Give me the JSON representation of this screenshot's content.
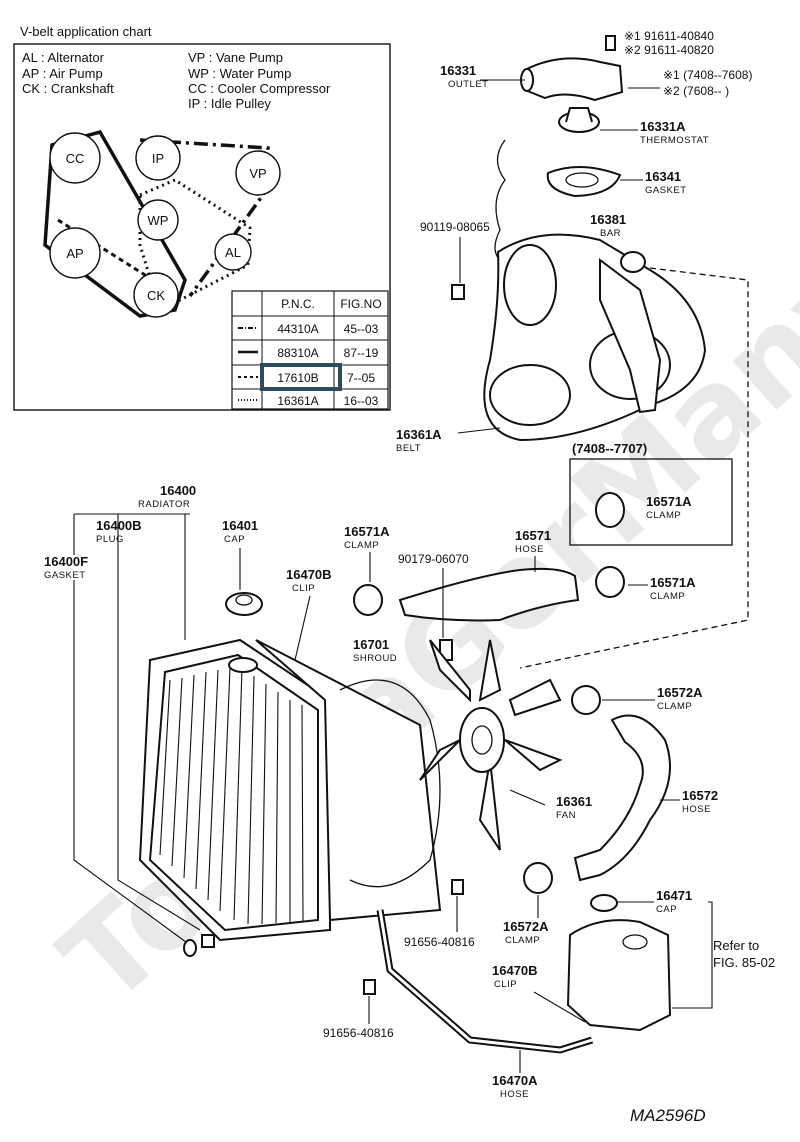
{
  "chart": {
    "title": "V-belt application chart",
    "legend": [
      {
        "code": "AL",
        "name": "Alternator"
      },
      {
        "code": "AP",
        "name": "Air Pump"
      },
      {
        "code": "CK",
        "name": "Crankshaft"
      },
      {
        "code": "VP",
        "name": "Vane Pump"
      },
      {
        "code": "WP",
        "name": "Water Pump"
      },
      {
        "code": "CC",
        "name": "Cooler Compressor"
      },
      {
        "code": "IP",
        "name": "Idle Pulley"
      }
    ],
    "pulleys": [
      "CC",
      "IP",
      "VP",
      "WP",
      "AP",
      "AL",
      "CK"
    ],
    "table": {
      "headers": [
        "P.N.C.",
        "FIG.NO"
      ],
      "rows": [
        {
          "pnc": "44310A",
          "fig": "45--03"
        },
        {
          "pnc": "88310A",
          "fig": "87--19"
        },
        {
          "pnc": "17610B",
          "fig": "7--05"
        },
        {
          "pnc": "16361A",
          "fig": "16--03"
        }
      ],
      "highlight_color": "#2e4a5c"
    }
  },
  "labels": {
    "p91611a": "※1 91611-40840",
    "p91611b": "※2 91611-40820",
    "note1": "※1 (7408--7608)",
    "note2": "※2 (7608--      )",
    "p16331": "16331",
    "p16331_n": "OUTLET",
    "p16331A": "16331A",
    "p16331A_n": "THERMOSTAT",
    "p16341": "16341",
    "p16341_n": "GASKET",
    "p90119": "90119-08065",
    "p16381": "16381",
    "p16381_n": "BAR",
    "p16361A": "16361A",
    "p16361A_n": "BELT",
    "range": "(7408--7707)",
    "c1": "16571A",
    "c1_n": "CLAMP",
    "c2": "16571A",
    "c2_n": "CLAMP",
    "c3": "16571A",
    "c3_n": "CLAMP",
    "p16571": "16571",
    "p16571_n": "HOSE",
    "p90179": "90179-06070",
    "p16400": "16400",
    "p16400_n": "RADIATOR",
    "p16400B": "16400B",
    "p16400B_n": "PLUG",
    "p16401": "16401",
    "p16401_n": "CAP",
    "p16400F": "16400F",
    "p16400F_n": "GASKET",
    "p16470B": "16470B",
    "p16470B_n": "CLIP",
    "p16701": "16701",
    "p16701_n": "SHROUD",
    "p16572A": "16572A",
    "p16572A_n": "CLAMP",
    "p16361": "16361",
    "p16361_n": "FAN",
    "p16572": "16572",
    "p16572_n": "HOSE",
    "p16471": "16471",
    "p16471_n": "CAP",
    "p16572A2": "16572A",
    "p16572A2_n": "CLAMP",
    "p91656a": "91656-40816",
    "p16470B2": "16470B",
    "p16470B2_n": "CLIP",
    "refer1": "Refer to",
    "refer2": "FIG. 85-02",
    "p91656b": "91656-40816",
    "p16470A": "16470A",
    "p16470A_n": "HOSE",
    "code": "MA2596D"
  },
  "watermark": "ToyotaGerMany.ru"
}
